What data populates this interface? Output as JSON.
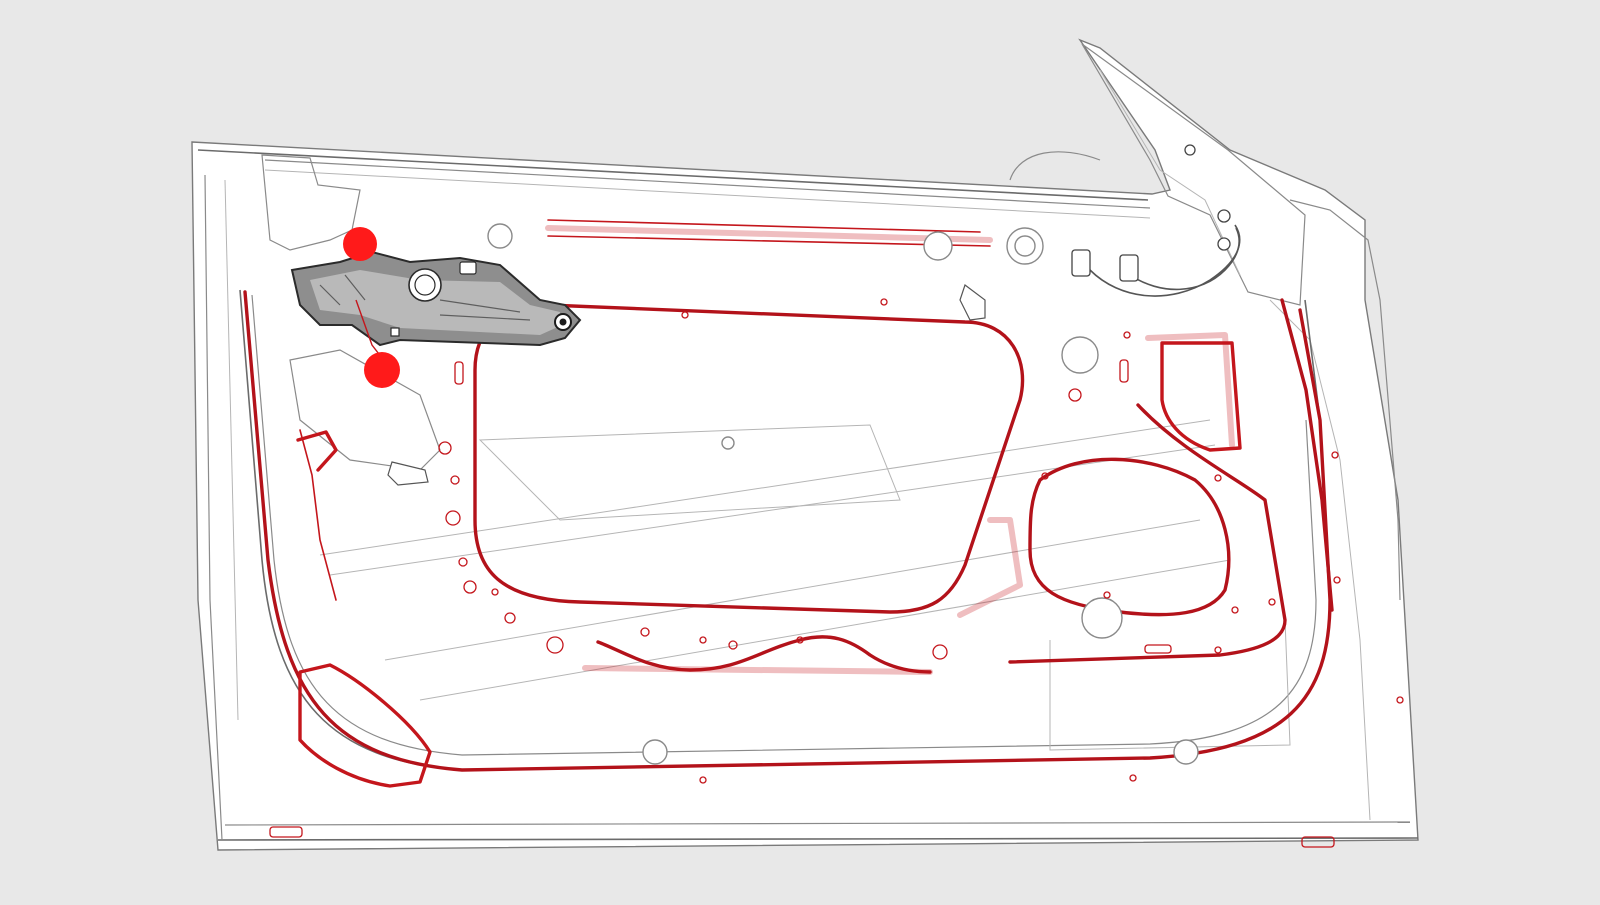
{
  "diagram": {
    "subject": "front-door-inner-panel",
    "colors": {
      "background": "#e8e8e8",
      "panel": "#ffffff",
      "line": "#8a8a8a",
      "seal": "#c4161c",
      "callout": "#ff1a1a",
      "bracket": "#8e8e8e",
      "bracket_edge": "#2b2b2b"
    },
    "callouts": [
      {
        "name": "upper-fastener-callout",
        "color": "#ff1a1a"
      },
      {
        "name": "lower-fastener-callout",
        "color": "#ff1a1a"
      }
    ]
  }
}
